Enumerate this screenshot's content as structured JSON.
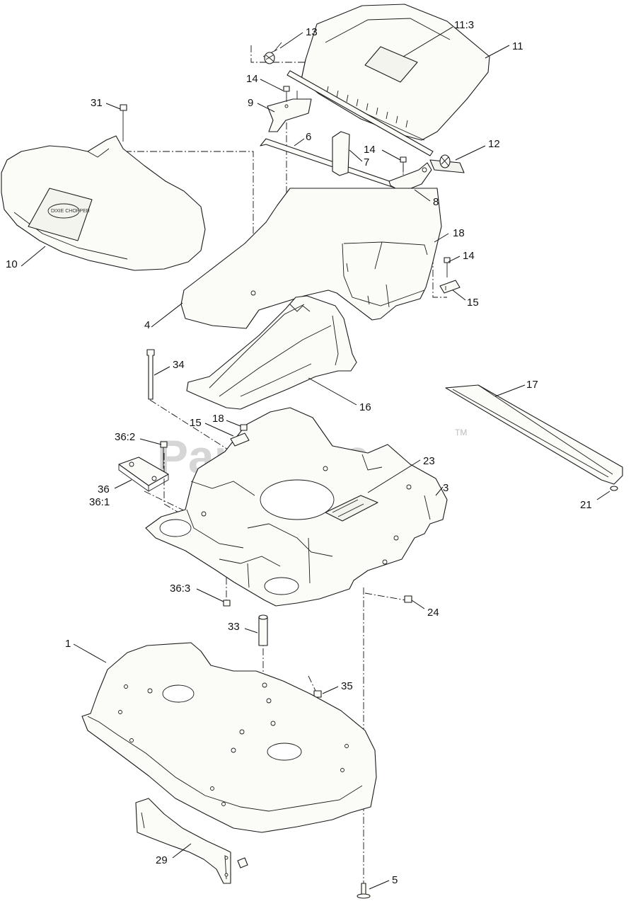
{
  "watermark": {
    "text": "PartsTree",
    "trademark": "TM"
  },
  "decal_text": {
    "brand": "DIXIE CHOPPER"
  },
  "callouts": [
    {
      "id": "c1",
      "label": "1"
    },
    {
      "id": "c3",
      "label": "3"
    },
    {
      "id": "c4",
      "label": "4"
    },
    {
      "id": "c5",
      "label": "5"
    },
    {
      "id": "c6",
      "label": "6"
    },
    {
      "id": "c7",
      "label": "7"
    },
    {
      "id": "c8",
      "label": "8"
    },
    {
      "id": "c9",
      "label": "9"
    },
    {
      "id": "c10",
      "label": "10"
    },
    {
      "id": "c11",
      "label": "11"
    },
    {
      "id": "c11_3",
      "label": "11:3"
    },
    {
      "id": "c12",
      "label": "12"
    },
    {
      "id": "c13",
      "label": "13"
    },
    {
      "id": "c14a",
      "label": "14"
    },
    {
      "id": "c14b",
      "label": "14"
    },
    {
      "id": "c14c",
      "label": "14"
    },
    {
      "id": "c15a",
      "label": "15"
    },
    {
      "id": "c15b",
      "label": "15"
    },
    {
      "id": "c16",
      "label": "16"
    },
    {
      "id": "c17",
      "label": "17"
    },
    {
      "id": "c18a",
      "label": "18"
    },
    {
      "id": "c18b",
      "label": "18"
    },
    {
      "id": "c21",
      "label": "21"
    },
    {
      "id": "c23",
      "label": "23"
    },
    {
      "id": "c24",
      "label": "24"
    },
    {
      "id": "c29",
      "label": "29"
    },
    {
      "id": "c31",
      "label": "31"
    },
    {
      "id": "c33",
      "label": "33"
    },
    {
      "id": "c34",
      "label": "34"
    },
    {
      "id": "c35",
      "label": "35"
    },
    {
      "id": "c36",
      "label": "36"
    },
    {
      "id": "c36_1",
      "label": "36:1"
    },
    {
      "id": "c36_2",
      "label": "36:2"
    },
    {
      "id": "c36_3",
      "label": "36:3"
    }
  ]
}
